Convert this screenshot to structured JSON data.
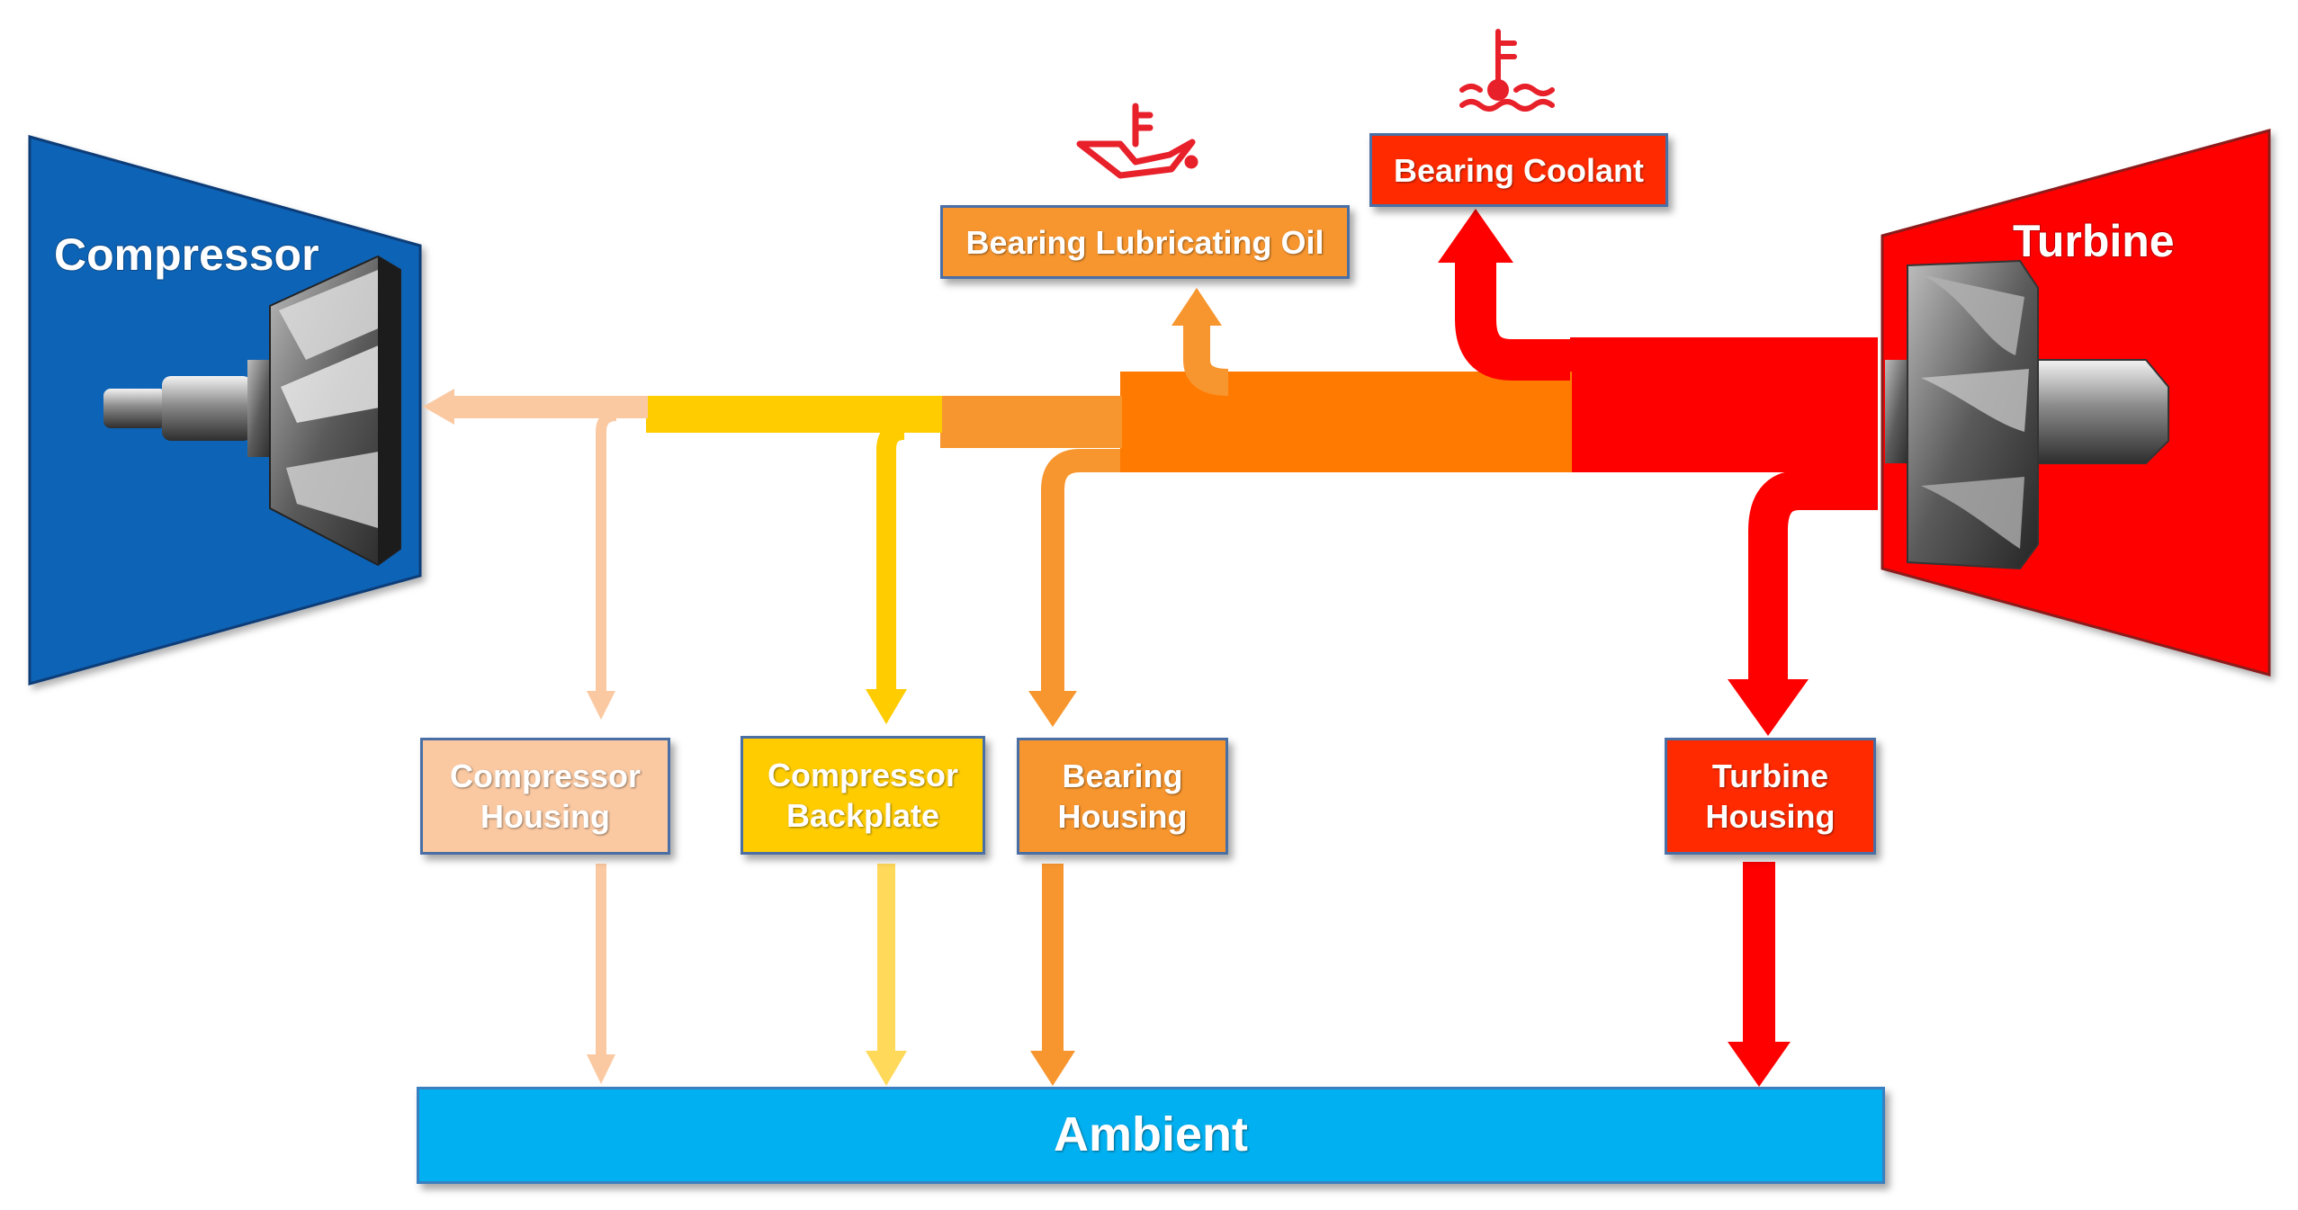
{
  "compressor": {
    "label": "Compressor",
    "color": "#0a63b6"
  },
  "turbine": {
    "label": "Turbine",
    "color": "#ff0000"
  },
  "nodes": {
    "bearing_lubricating_oil": {
      "label": "Bearing Lubricating Oil",
      "color": "#f7962f",
      "icon": "oil-temperature-icon"
    },
    "bearing_coolant": {
      "label": "Bearing Coolant",
      "color": "#ff2a00",
      "icon": "coolant-temperature-icon"
    },
    "compressor_housing": {
      "line1": "Compressor",
      "line2": "Housing",
      "color": "#fac9a2"
    },
    "compressor_backplate": {
      "line1": "Compressor",
      "line2": "Backplate",
      "color": "#ffcc00"
    },
    "bearing_housing": {
      "line1": "Bearing",
      "line2": "Housing",
      "color": "#f7962f"
    },
    "turbine_housing": {
      "line1": "Turbine",
      "line2": "Housing",
      "color": "#ff2a00"
    },
    "ambient": {
      "label": "Ambient",
      "color": "#00b0f0"
    }
  },
  "flow_colors": {
    "turbine_segment": "#ff0000",
    "bearing_segment": "#ff7a00",
    "oil_segment": "#f7962f",
    "backplate_segment": "#ffcc00",
    "housing_segment": "#fac9a2"
  }
}
